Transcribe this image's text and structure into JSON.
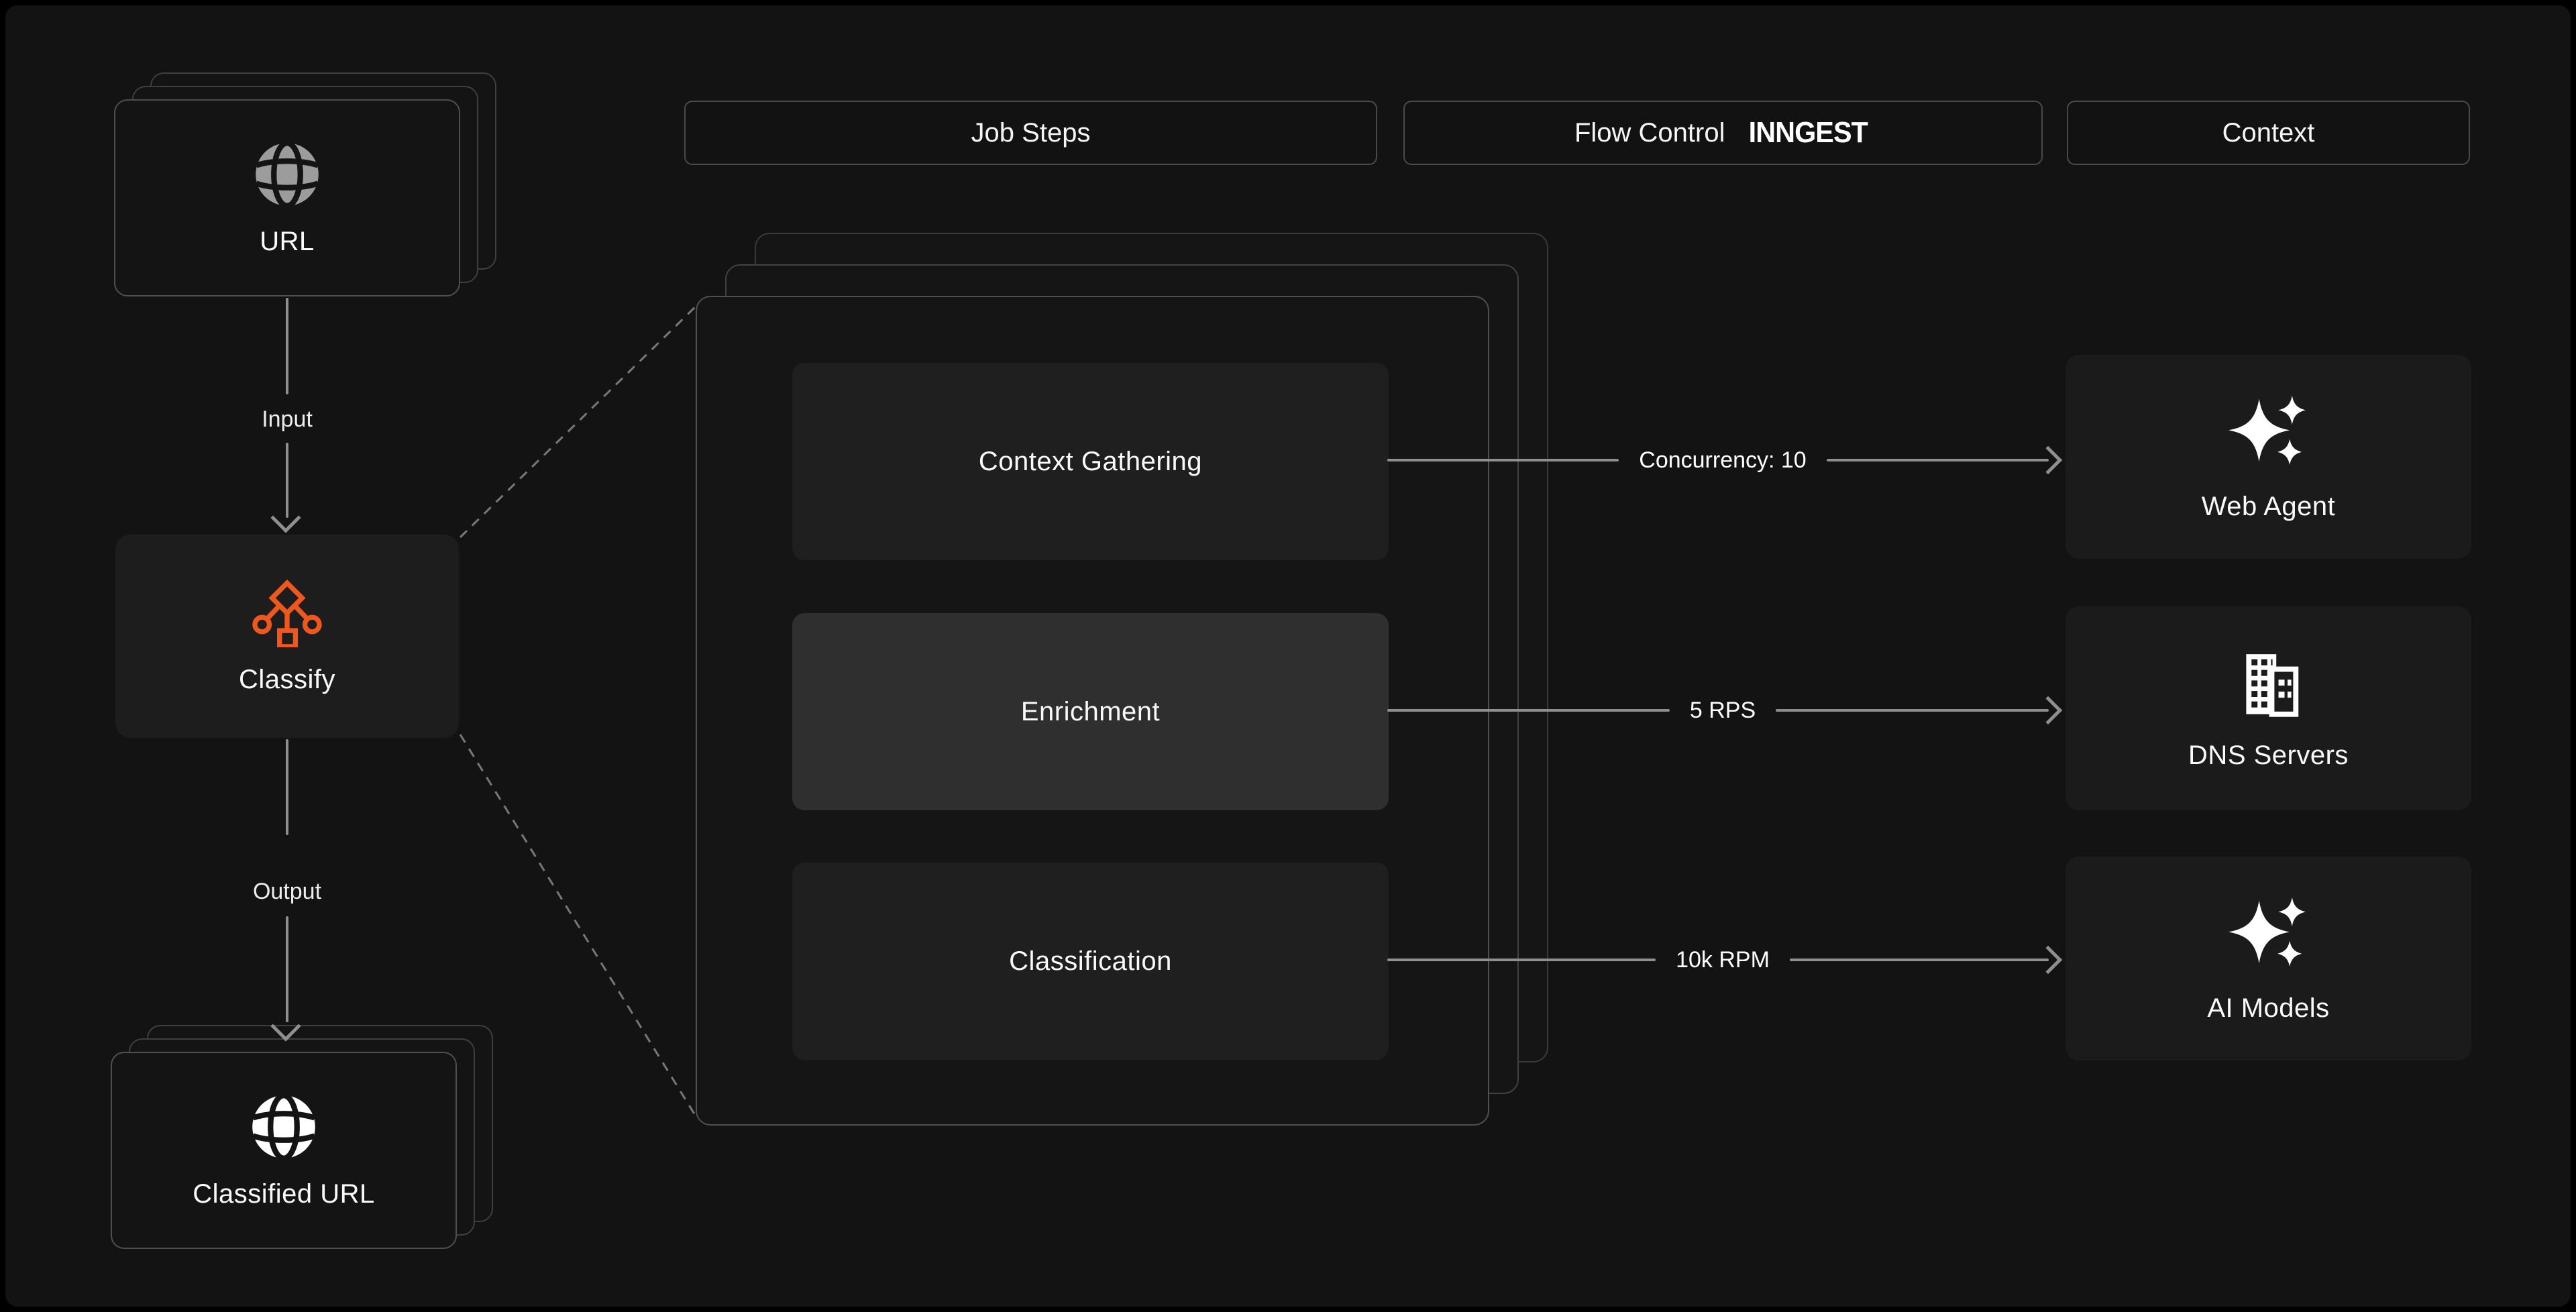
{
  "colors": {
    "background": "#131313",
    "card_border": "#4f4f4f",
    "arrow_gray": "#8F8F8F",
    "accent_orange": "#F0571F",
    "text": "#FAFAFA",
    "step_highlight": "#2F2F2F"
  },
  "column_headers": {
    "job_steps": "Job Steps",
    "flow_control": "Flow Control",
    "flow_control_logo": "INNGEST",
    "context": "Context"
  },
  "pipeline": {
    "input_card": {
      "label": "URL",
      "icon": "globe-icon"
    },
    "input_arrow_label": "Input",
    "classify_card": {
      "label": "Classify",
      "icon": "classify-tree-icon"
    },
    "output_arrow_label": "Output",
    "output_card": {
      "label": "Classified URL",
      "icon": "globe-filled-icon"
    }
  },
  "job_steps_panel": {
    "steps": [
      {
        "label": "Context Gathering",
        "highlighted": false
      },
      {
        "label": "Enrichment",
        "highlighted": true
      },
      {
        "label": "Classification",
        "highlighted": false
      }
    ]
  },
  "flow_controls": [
    {
      "label": "Concurrency: 10"
    },
    {
      "label": "5 RPS"
    },
    {
      "label": "10k RPM"
    }
  ],
  "context_services": [
    {
      "label": "Web Agent",
      "icon": "sparkles-icon"
    },
    {
      "label": "DNS Servers",
      "icon": "building-icon"
    },
    {
      "label": "AI Models",
      "icon": "sparkles-icon"
    }
  ]
}
